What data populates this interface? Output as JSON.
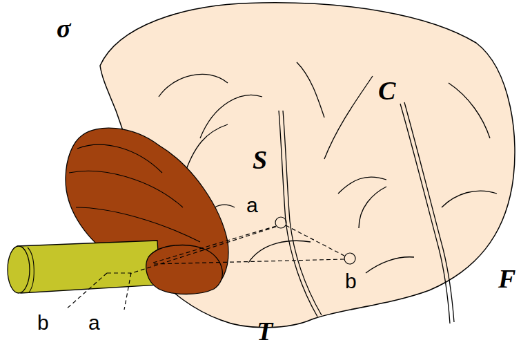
{
  "diagram": {
    "labels": [
      "σ",
      "C",
      "S",
      "a",
      "b",
      "b",
      "a",
      "T",
      "F"
    ]
  }
}
